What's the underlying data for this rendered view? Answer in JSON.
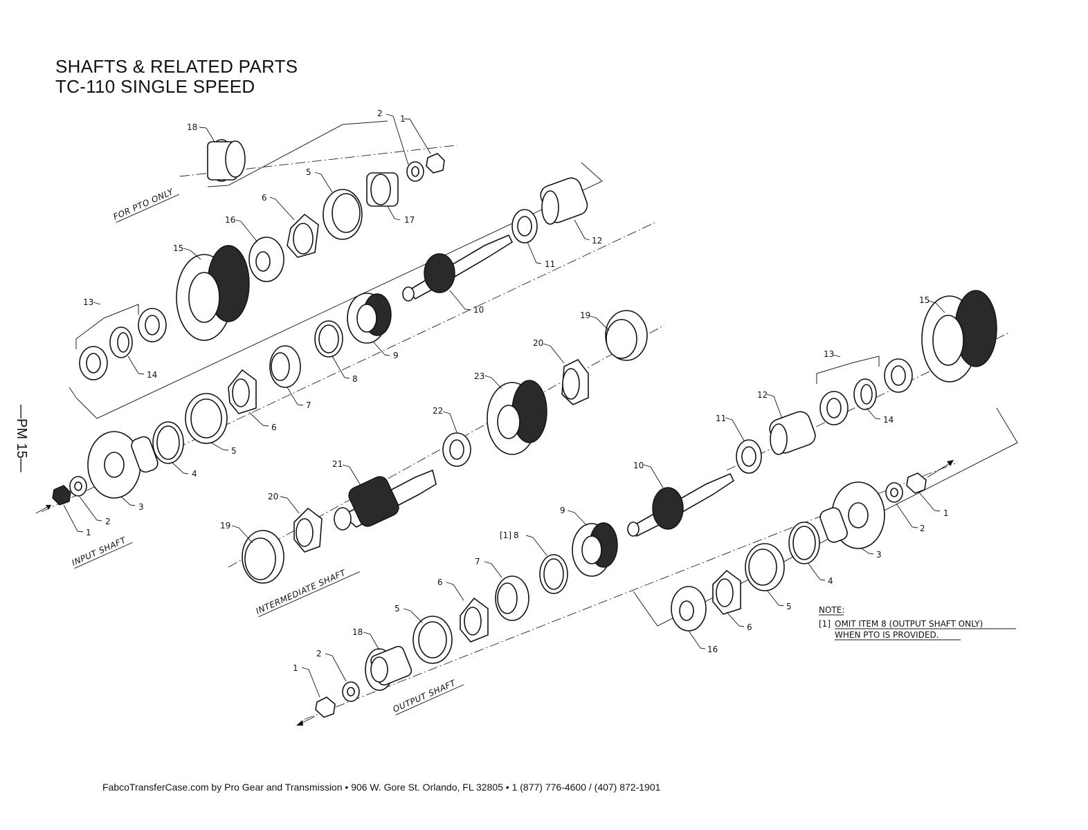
{
  "header": {
    "title_line1": "SHAFTS & RELATED PARTS",
    "title_line2": "TC-110 SINGLE SPEED"
  },
  "page_marker": "—PM 15—",
  "shaft_labels": {
    "pto": "FOR PTO ONLY",
    "input": "INPUT SHAFT",
    "intermediate": "INTERMEDIATE SHAFT",
    "output": "OUTPUT SHAFT"
  },
  "note": {
    "heading": "NOTE:",
    "symbol": "[1]",
    "line1": "OMIT ITEM 8 (OUTPUT SHAFT ONLY)",
    "line2": "WHEN PTO IS PROVIDED."
  },
  "callouts": {
    "pto": [
      "18",
      "2",
      "1",
      "17",
      "5",
      "6"
    ],
    "upper": [
      "16",
      "15",
      "13",
      "14",
      "12",
      "11",
      "10",
      "9",
      "8",
      "7",
      "6",
      "5",
      "4",
      "3",
      "2",
      "1"
    ],
    "intermediate": [
      "19",
      "20",
      "23",
      "22",
      "21",
      "20",
      "19"
    ],
    "right": [
      "15",
      "13",
      "14",
      "12",
      "11",
      "10",
      "9",
      "8",
      "7",
      "6",
      "5",
      "18",
      "2",
      "1",
      "1",
      "2",
      "3",
      "4",
      "5",
      "6",
      "16"
    ]
  },
  "footer": "FabcoTransferCase.com by Pro Gear and Transmission  • 906 W. Gore St. Orlando, FL 32805 • 1 (877) 776-4600 / (407) 872-1901"
}
